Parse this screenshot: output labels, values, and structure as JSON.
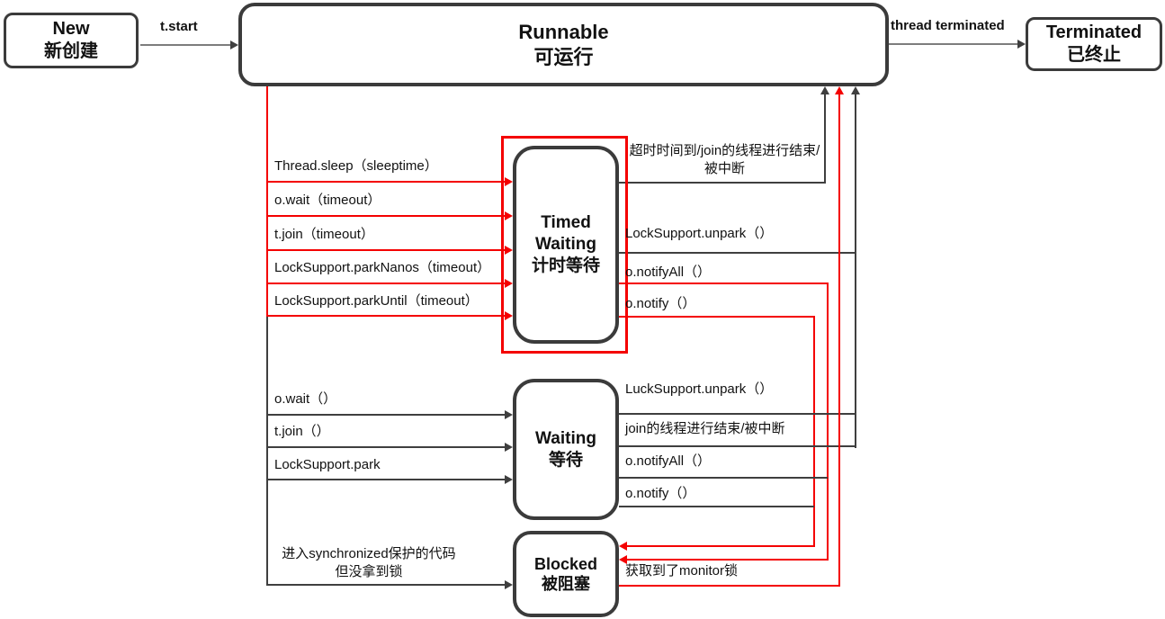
{
  "colors": {
    "red": "#f40000",
    "dark_line": "#3f3f3f",
    "gray_line": "#7d7d7d",
    "box_border": "#3b3b3b",
    "text": "#111111"
  },
  "states": {
    "new": {
      "name": "New",
      "zh": "新创建"
    },
    "runnable": {
      "name": "Runnable",
      "zh": "可运行"
    },
    "timed_waiting": {
      "line1": "Timed",
      "line2": "Waiting",
      "zh": "计时等待"
    },
    "waiting": {
      "name": "Waiting",
      "zh": "等待"
    },
    "blocked": {
      "name": "Blocked",
      "zh": "被阻塞"
    },
    "terminated": {
      "name": "Terminated",
      "zh": "已终止"
    }
  },
  "edges": {
    "new_to_runnable": "t.start",
    "runnable_to_terminated": "thread terminated",
    "runnable_to_timed_waiting": [
      "Thread.sleep（sleeptime）",
      "o.wait（timeout）",
      "t.join（timeout）",
      "LockSupport.parkNanos（timeout）",
      "LockSupport.parkUntil（timeout）"
    ],
    "timed_waiting_to_runnable": {
      "timeout_line1": "超时时间到/join的线程进行结束/",
      "timeout_line2": "被中断",
      "unpark": "LockSupport.unpark（）"
    },
    "timed_waiting_to_blocked": [
      "o.notifyAll（）",
      "o.notify（）"
    ],
    "runnable_to_waiting": [
      "o.wait（）",
      "t.join（）",
      "LockSupport.park"
    ],
    "waiting_to_runnable": [
      "LuckSupport.unpark（）",
      "join的线程进行结束/被中断"
    ],
    "waiting_to_blocked": [
      "o.notifyAll（）",
      "o.notify（）"
    ],
    "runnable_to_blocked": {
      "line1": "进入synchronized保护的代码",
      "line2": "但没拿到锁"
    },
    "blocked_to_runnable": "获取到了monitor锁"
  }
}
